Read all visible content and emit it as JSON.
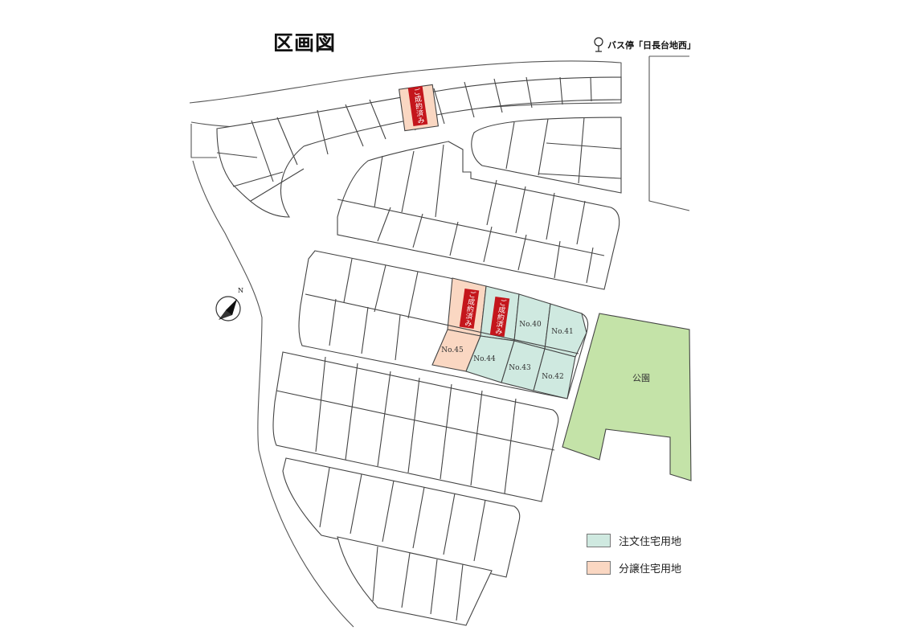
{
  "title": "区画図",
  "bus_stop": {
    "label": "バス停「日長台地西」",
    "icon": "bus-stop-pin-icon"
  },
  "compass": {
    "label": "N",
    "icon": "north-arrow-icon"
  },
  "colors": {
    "custom": "#cfe9e0",
    "sale": "#fad7c2",
    "park": "#c4e3a8",
    "sold_badge": "#c4161c",
    "line": "#555555"
  },
  "sold_label": "ご成約済み",
  "park_label": "公園",
  "lots": [
    {
      "no": "No.40"
    },
    {
      "no": "No.41"
    },
    {
      "no": "No.42"
    },
    {
      "no": "No.43"
    },
    {
      "no": "No.44"
    },
    {
      "no": "No.45"
    }
  ],
  "legend": [
    {
      "label": "注文住宅用地",
      "color": "#cfe9e0"
    },
    {
      "label": "分譲住宅用地",
      "color": "#fad7c2"
    }
  ]
}
